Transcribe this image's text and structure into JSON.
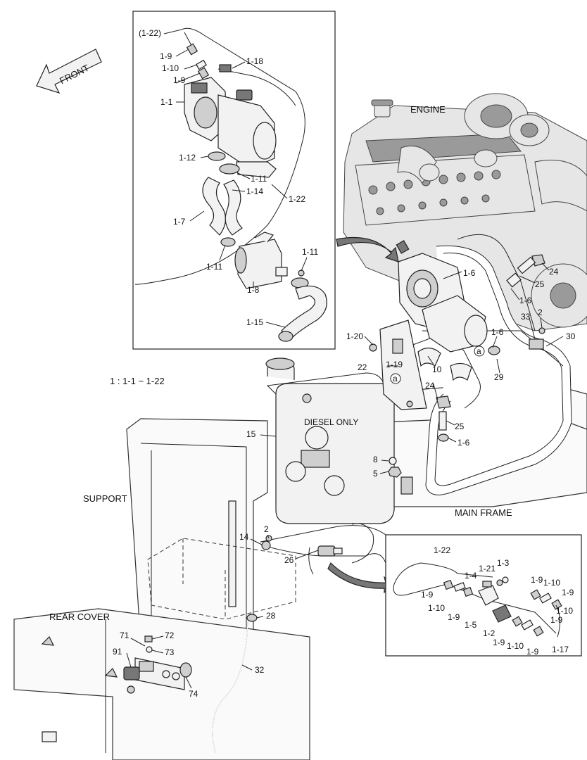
{
  "labels": {
    "front": "FRONT",
    "engine": "ENGINE",
    "support": "SUPPORT",
    "main_frame": "MAIN FRAME",
    "rear_cover": "REAR COVER",
    "scale_note": "1 : 1-1 ~ 1-22"
  },
  "callouts_inset_top": {
    "p1_22_ref": "(1-22)",
    "p1_9_a": "1-9",
    "p1_10_a": "1-10",
    "p1_9_b": "1-9",
    "p1_18": "1-18",
    "p1_1": "1-1",
    "p1_12": "1-12",
    "p1_11_a": "1-11",
    "p1_14": "1-14",
    "p1_22": "1-22",
    "p1_7": "1-7",
    "p1_11_b": "1-11",
    "p1_11_c": "1-11",
    "p1_8": "1-8",
    "p1_15": "1-15"
  },
  "callouts_main": {
    "p1_6_a": "1-6",
    "p24_a": "24",
    "p25_a": "25",
    "p1_6_b": "1-6",
    "p33": "33",
    "p2_a": "2",
    "p30": "30",
    "p1_20": "1-20",
    "p1_6_c": "1-6",
    "p22": "22",
    "p1_19": "1-19",
    "p10": "10",
    "p29": "29",
    "p24_b": "24",
    "p25_b": "25",
    "p1_6_d": "1-6",
    "p15": "15",
    "p8": "8",
    "p5": "5",
    "p14": "14",
    "p2_b": "2",
    "p26": "26",
    "p28": "28",
    "p71": "71",
    "p72": "72",
    "p73": "73",
    "p91": "91",
    "p32": "32",
    "p74": "74",
    "mark_a1": "a",
    "mark_a2": "a"
  },
  "callouts_inset_bottom": {
    "p1_22": "1-22",
    "p1_21": "1-21",
    "p1_3": "1-3",
    "p1_4": "1-4",
    "p1_9_a": "1-9",
    "p1_10_a": "1-10",
    "p1_9_b": "1-9",
    "p1_9_c": "1-9",
    "p1_10_b": "1-10",
    "p1_5": "1-5",
    "p1_2": "1-2",
    "p1_9_d": "1-9",
    "p1_10_c": "1-10",
    "p1_9_e": "1-9",
    "p1_9_f": "1-9",
    "p1_10_d": "1-10",
    "p1_9_g": "1-9",
    "p1_17": "1-17"
  },
  "tank_marking": "DIESEL ONLY"
}
